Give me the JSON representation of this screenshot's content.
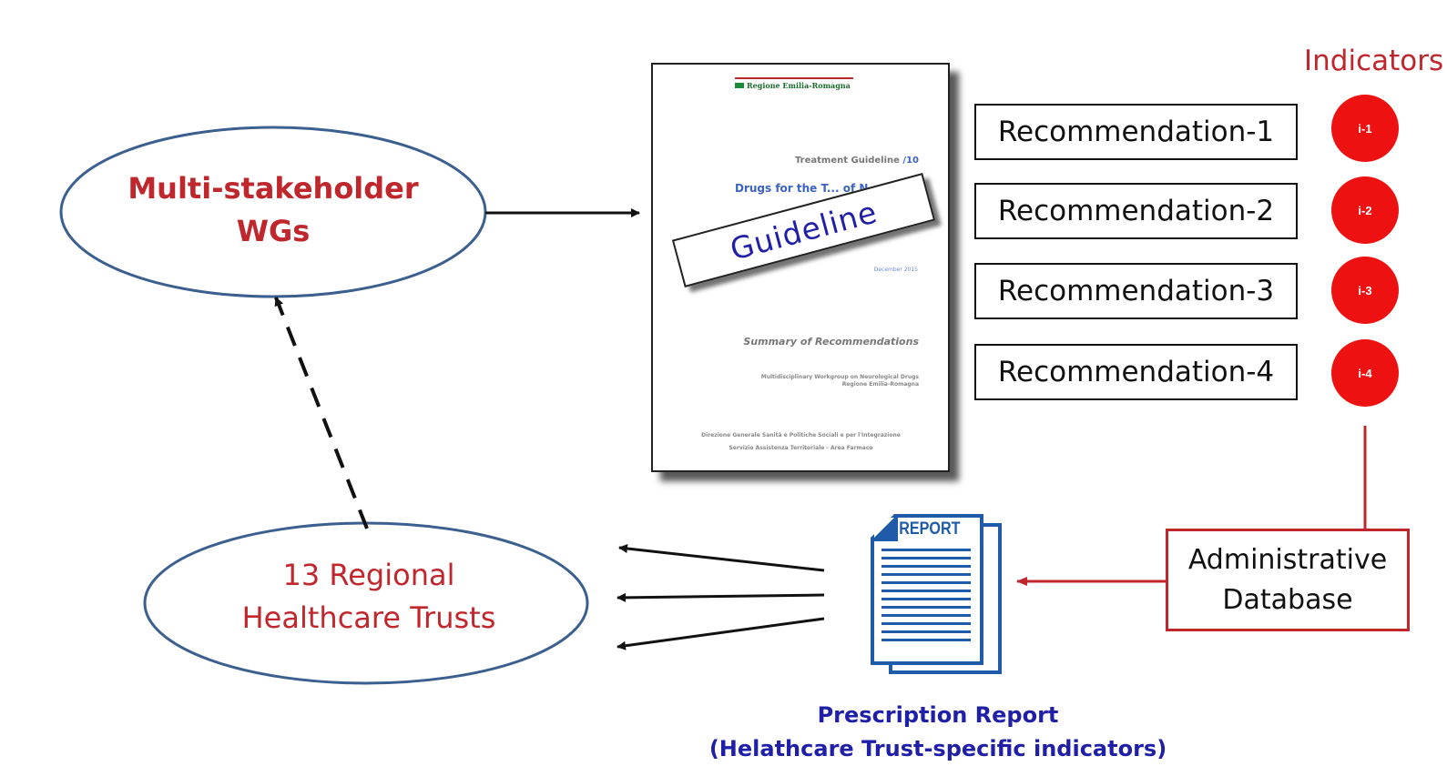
{
  "nodes": {
    "working_groups": "Multi-stakeholder\nWGs",
    "trusts": "13 Regional\nHealthcare Trusts"
  },
  "guideline_document": {
    "logo_text": "Regione Emilia-Romagna",
    "series": "Treatment Guideline",
    "series_number": "/10",
    "title_fragment": "Drugs for the T... of N...",
    "date": "December 2015",
    "summary": "Summary of Recommendations",
    "working_group_line1": "Multidisciplinary Workgroup on Neurological Drugs",
    "working_group_line2": "Regione Emilia-Romagna",
    "directorate_line1": "Direzione Generale Sanità e Politiche Sociali e per l'Integrazione",
    "directorate_line2": "Servizio Assistenza Territoriale - Area Farmaco",
    "stamp": "Guideline"
  },
  "recommendations": [
    "Recommendation-1",
    "Recommendation-2",
    "Recommendation-3",
    "Recommendation-4"
  ],
  "indicators": {
    "title": "Indicators",
    "items": [
      "i-1",
      "i-2",
      "i-3",
      "i-4"
    ]
  },
  "admin_database": "Administrative\nDatabase",
  "report": {
    "icon_text": "REPORT",
    "caption_line1": "Prescription Report",
    "caption_line2": "(Helathcare Trust-specific indicators)"
  },
  "colors": {
    "accent_red": "#c0272d",
    "ellipse_stroke": "#3b5f8f",
    "indicator_fill": "#ee1111",
    "report_blue": "#1f5ba8",
    "caption_blue": "#1f1fa8"
  }
}
